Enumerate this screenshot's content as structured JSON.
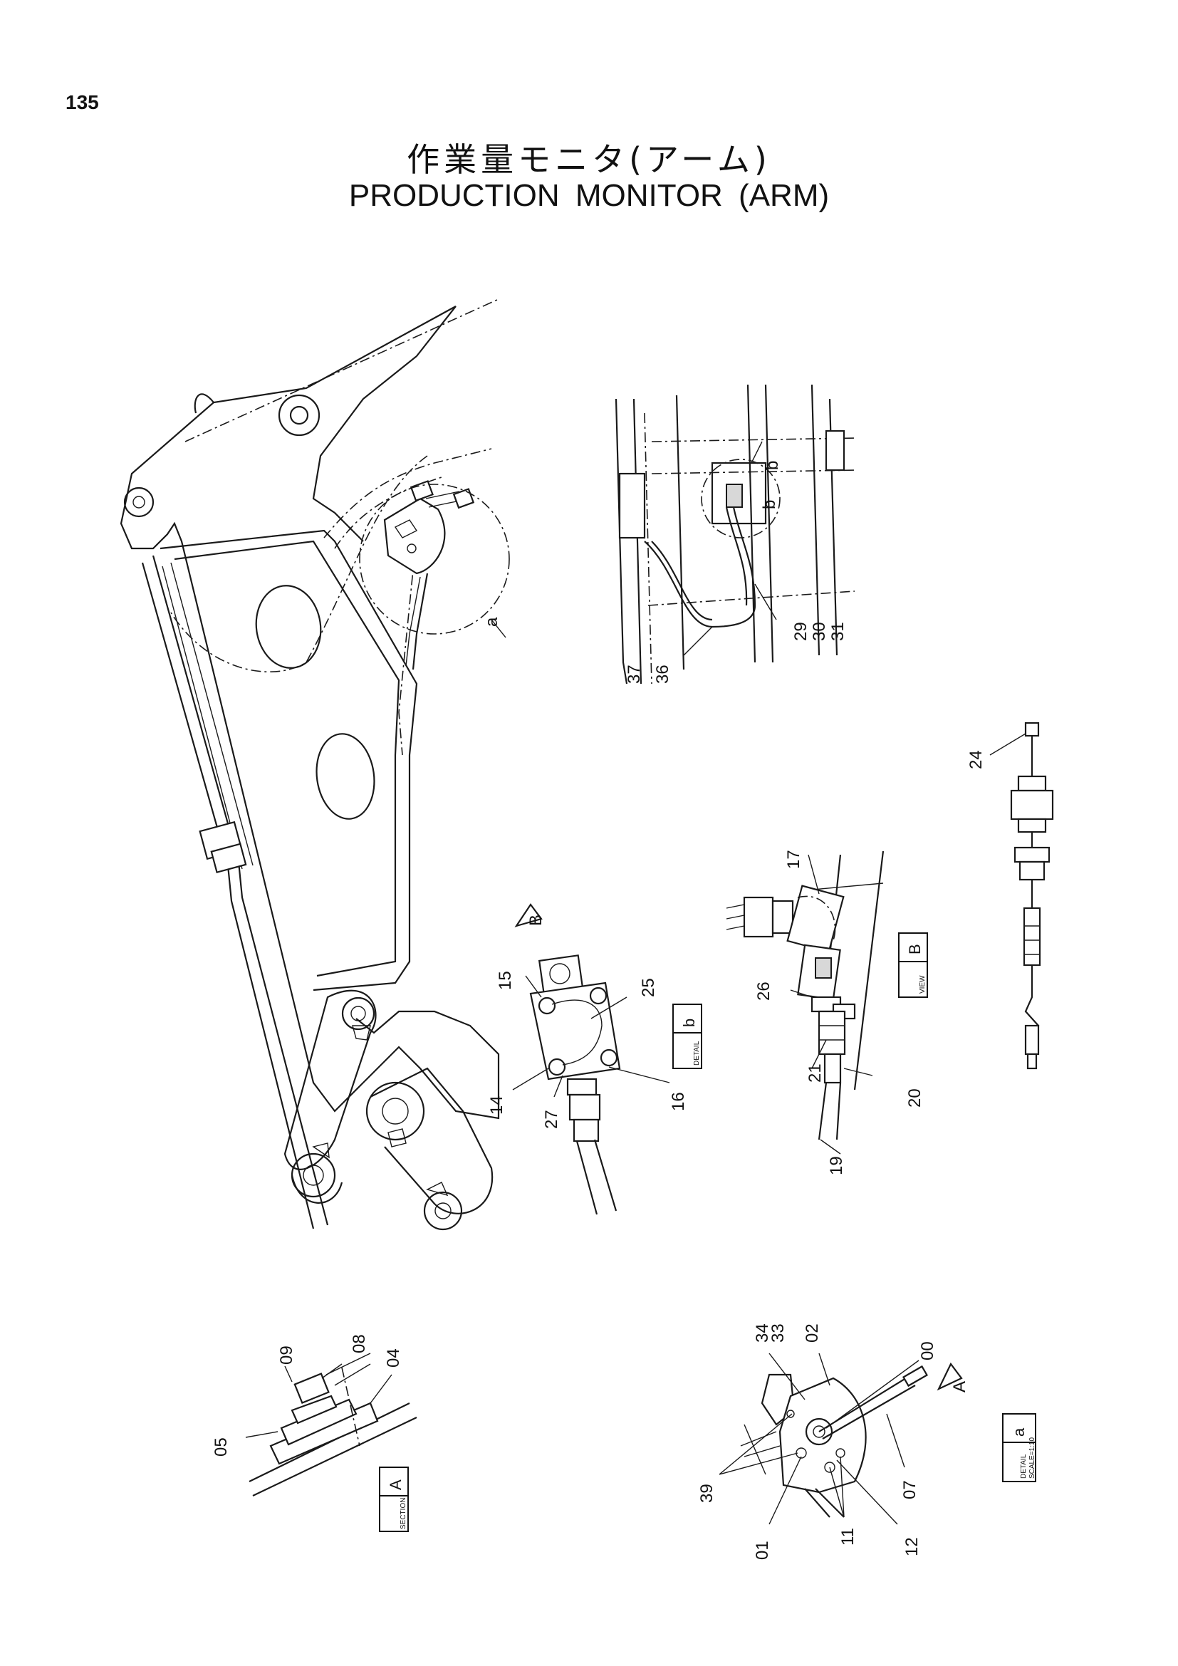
{
  "page": {
    "number": "135",
    "title_jp": "作業量モニタ(アーム)",
    "title_en": "PRODUCTION   MONITOR (ARM)"
  },
  "views": {
    "detail_b": {
      "letter": "b",
      "label": "DETAIL"
    },
    "view_b": {
      "letter": "B",
      "label": "VIEW"
    },
    "section_a": {
      "letter": "A",
      "label": "SECTION"
    },
    "detail_a": {
      "letter": "a",
      "label": "DETAIL",
      "scale": "SCALE=1:10"
    }
  },
  "callouts": {
    "a": "a",
    "b_top": "b",
    "B_arrow": "B",
    "A_arrow": "A",
    "p29": "29",
    "p30": "30",
    "p31": "31",
    "p36": "36",
    "p37": "37",
    "p24": "24",
    "p17": "17",
    "p15": "15",
    "p25": "25",
    "p14": "14",
    "p27": "27",
    "p16": "16",
    "p26": "26",
    "p21": "21",
    "p20": "20",
    "p19": "19",
    "p09": "09",
    "p08": "08",
    "p04": "04",
    "p05": "05",
    "p34": "34",
    "p33": "33",
    "p02": "02",
    "p00": "00",
    "p39": "39",
    "p07": "07",
    "p01": "01",
    "p11": "11",
    "p12": "12"
  }
}
